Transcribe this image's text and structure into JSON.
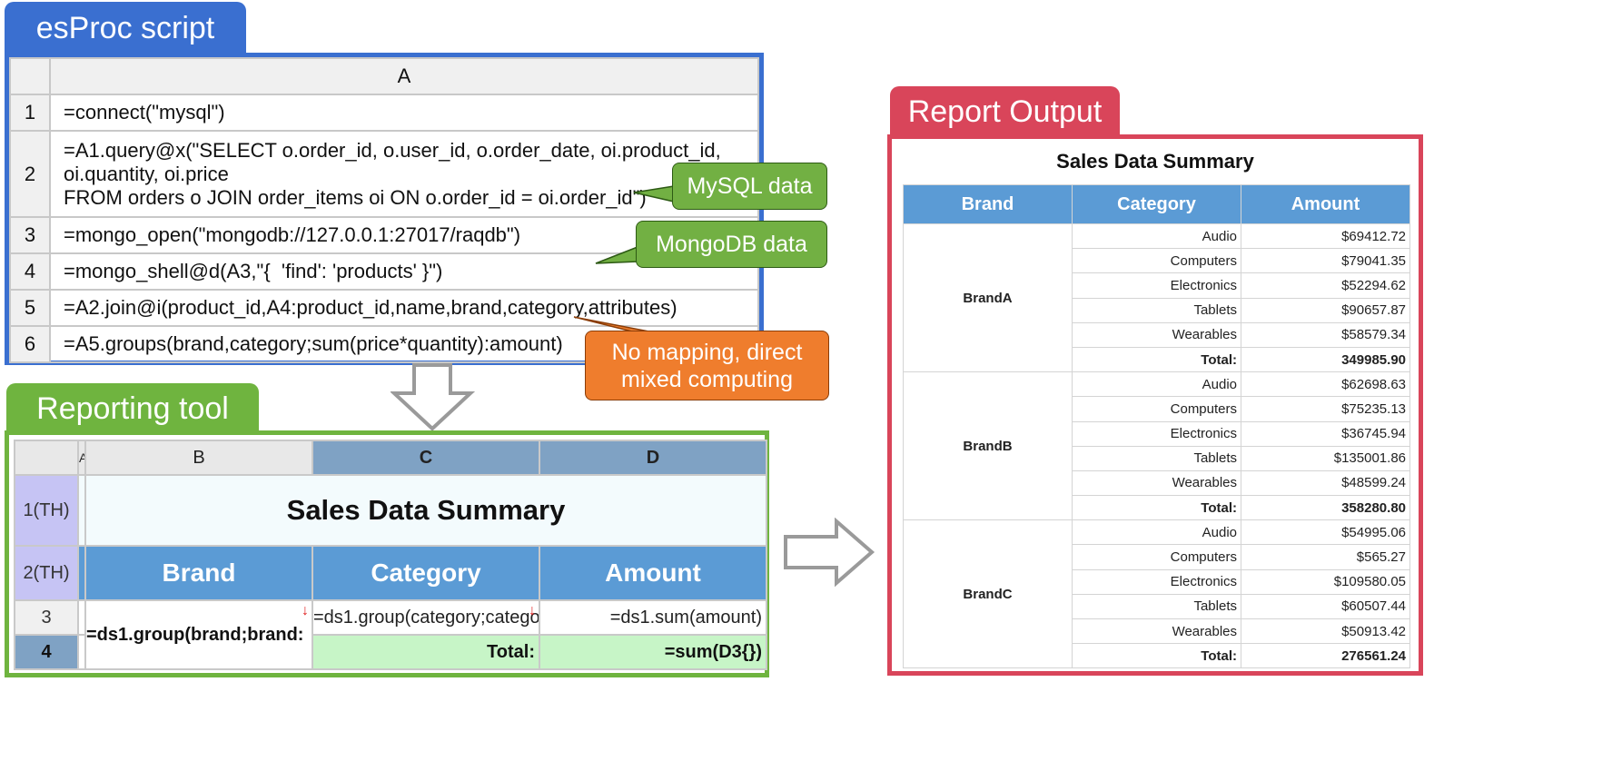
{
  "esproc": {
    "tab_label": "esProc script",
    "column_header": "A",
    "rows": [
      {
        "num": "1",
        "lines": [
          "=connect(\"mysql\")"
        ]
      },
      {
        "num": "2",
        "lines": [
          "=A1.query@x(\"SELECT o.order_id, o.user_id, o.order_date, oi.product_id,",
          "oi.quantity, oi.price",
          "FROM orders o JOIN order_items oi ON o.order_id = oi.order_id\")"
        ]
      },
      {
        "num": "3",
        "lines": [
          "=mongo_open(\"mongodb://127.0.0.1:27017/raqdb\")"
        ]
      },
      {
        "num": "4",
        "lines": [
          "=mongo_shell@d(A3,\"{  'find': 'products' }\")"
        ]
      },
      {
        "num": "5",
        "lines": [
          "=A2.join@i(product_id,A4:product_id,name,brand,category,attributes)"
        ]
      },
      {
        "num": "6",
        "lines": [
          "=A5.groups(brand,category;sum(price*quantity):amount)"
        ]
      }
    ]
  },
  "callouts": {
    "mysql": "MySQL data",
    "mongodb": "MongoDB data",
    "mixed_line1": "No mapping, direct",
    "mixed_line2": "mixed computing"
  },
  "colors": {
    "esproc": "#3a6fd0",
    "reporting": "#6fb43f",
    "report_output": "#d9455a",
    "callout_green": "#72b043",
    "callout_orange": "#ef7d2d",
    "header_blue": "#5b9bd5"
  },
  "reporting_tool": {
    "tab_label": "Reporting tool",
    "col_headers": [
      "A",
      "B",
      "C",
      "D"
    ],
    "row_labels": [
      "1(TH)",
      "2(TH)",
      "3",
      "4"
    ],
    "title": "Sales Data Summary",
    "headers": [
      "Brand",
      "Category",
      "Amount"
    ],
    "brand_expr": "=ds1.group(brand;brand:",
    "category_expr": "=ds1.group(category;catego",
    "amount_expr": "=ds1.sum(amount)",
    "total_label": "Total:",
    "total_expr": "=sum(D3{})"
  },
  "report_output": {
    "tab_label": "Report Output",
    "title": "Sales Data Summary",
    "headers": [
      "Brand",
      "Category",
      "Amount"
    ],
    "total_label": "Total:",
    "groups": [
      {
        "brand": "BrandA",
        "rows": [
          [
            "Audio",
            "$69412.72"
          ],
          [
            "Computers",
            "$79041.35"
          ],
          [
            "Electronics",
            "$52294.62"
          ],
          [
            "Tablets",
            "$90657.87"
          ],
          [
            "Wearables",
            "$58579.34"
          ]
        ],
        "total": "349985.90"
      },
      {
        "brand": "BrandB",
        "rows": [
          [
            "Audio",
            "$62698.63"
          ],
          [
            "Computers",
            "$75235.13"
          ],
          [
            "Electronics",
            "$36745.94"
          ],
          [
            "Tablets",
            "$135001.86"
          ],
          [
            "Wearables",
            "$48599.24"
          ]
        ],
        "total": "358280.80"
      },
      {
        "brand": "BrandC",
        "rows": [
          [
            "Audio",
            "$54995.06"
          ],
          [
            "Computers",
            "$565.27"
          ],
          [
            "Electronics",
            "$109580.05"
          ],
          [
            "Tablets",
            "$60507.44"
          ],
          [
            "Wearables",
            "$50913.42"
          ]
        ],
        "total": "276561.24"
      }
    ]
  }
}
